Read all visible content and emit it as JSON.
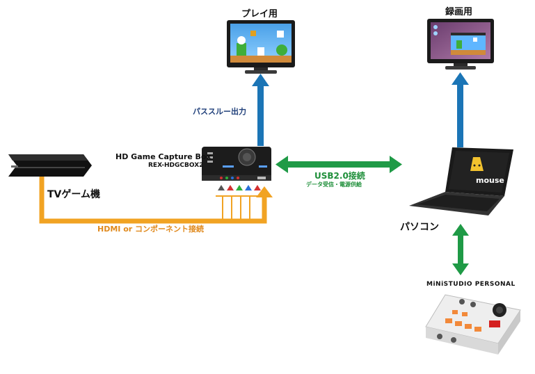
{
  "labels": {
    "play_monitor": "プレイ用",
    "record_monitor": "録画用",
    "passthrough": "パススルー出力",
    "capture_name": "HD Game Capture Box",
    "capture_model": "REX-HDGCBOX2",
    "usb": "USB2.0接続",
    "usb_sub": "データ受信・電源供給",
    "tv_game": "TVゲーム機",
    "hdmi": "HDMI or コンポーネント接続",
    "pc": "パソコン",
    "laptop_brand": "mouse",
    "ministudio": "MiNiSTUDIO PERSONAL"
  },
  "colors": {
    "passthrough_arrow": "#1b75b6",
    "usb_arrow": "#1f9a46",
    "hdmi_line": "#f1a323"
  }
}
